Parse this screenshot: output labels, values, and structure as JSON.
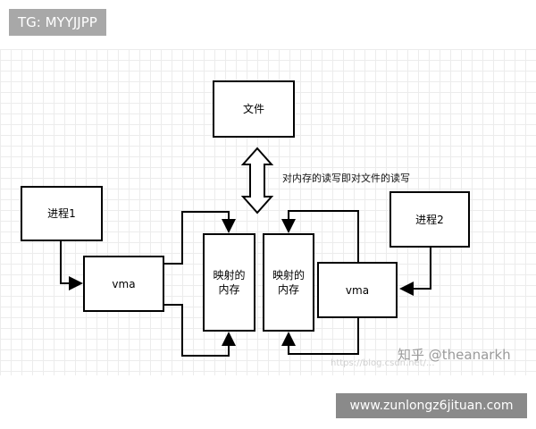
{
  "top_label": "TG: MYYJJPP",
  "diagram": {
    "file_box": "文件",
    "arrow_caption": "对内存的读写即对文件的读写",
    "process1": "进程1",
    "process2": "进程2",
    "vma_left": "vma",
    "vma_right": "vma",
    "mapped_memory_left": [
      "映射的",
      "内存"
    ],
    "mapped_memory_right": [
      "映射的",
      "内存"
    ]
  },
  "watermarks": {
    "zhihu": "知乎 @theanarkh",
    "blog": "https://blog.csdn.net/..."
  },
  "bottom_label": "www.zunlongz6jituan.com",
  "colors": {
    "lines": "#000000",
    "grid": "#ececec",
    "tag_bg": "#a8a8a8",
    "url_bg": "#8a8a8a"
  }
}
